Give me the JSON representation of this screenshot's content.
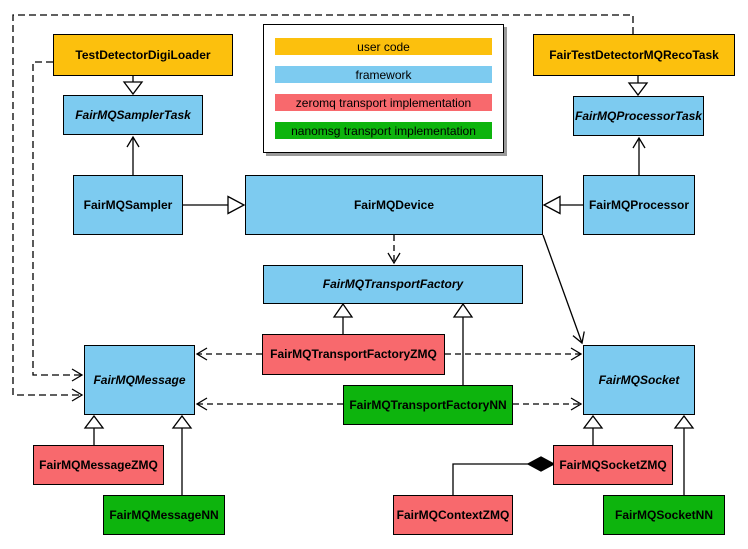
{
  "diagram": {
    "kind": "UML class diagram",
    "subject": "FairMQ framework classes and transport implementations"
  },
  "colors": {
    "user_code": "#FCC00D",
    "framework": "#7DCBF0",
    "zeromq": "#F8696D",
    "nanomsg": "#0DB40D"
  },
  "legend": {
    "items": [
      {
        "label": "user code",
        "color_key": "user_code"
      },
      {
        "label": "framework",
        "color_key": "framework"
      },
      {
        "label": "zeromq transport implementation",
        "color_key": "zeromq"
      },
      {
        "label": "nanomsg transport implementation",
        "color_key": "nanomsg"
      }
    ]
  },
  "nodes": {
    "test_detector_digi_loader": {
      "label": "TestDetectorDigiLoader",
      "category": "user_code",
      "abstract": false
    },
    "fair_test_detector_mq_reco_task": {
      "label": "FairTestDetectorMQRecoTask",
      "category": "user_code",
      "abstract": false
    },
    "sampler_task": {
      "label": "FairMQSamplerTask",
      "category": "framework",
      "abstract": true
    },
    "processor_task": {
      "label": "FairMQProcessorTask",
      "category": "framework",
      "abstract": true
    },
    "sampler": {
      "label": "FairMQSampler",
      "category": "framework",
      "abstract": false
    },
    "device": {
      "label": "FairMQDevice",
      "category": "framework",
      "abstract": false
    },
    "processor": {
      "label": "FairMQProcessor",
      "category": "framework",
      "abstract": false
    },
    "transport_factory": {
      "label": "FairMQTransportFactory",
      "category": "framework",
      "abstract": true
    },
    "transport_factory_zmq": {
      "label": "FairMQTransportFactoryZMQ",
      "category": "zeromq",
      "abstract": false
    },
    "transport_factory_nn": {
      "label": "FairMQTransportFactoryNN",
      "category": "nanomsg",
      "abstract": false
    },
    "message": {
      "label": "FairMQMessage",
      "category": "framework",
      "abstract": true
    },
    "socket": {
      "label": "FairMQSocket",
      "category": "framework",
      "abstract": true
    },
    "message_zmq": {
      "label": "FairMQMessageZMQ",
      "category": "zeromq",
      "abstract": false
    },
    "message_nn": {
      "label": "FairMQMessageNN",
      "category": "nanomsg",
      "abstract": false
    },
    "context_zmq": {
      "label": "FairMQContextZMQ",
      "category": "zeromq",
      "abstract": false
    },
    "socket_zmq": {
      "label": "FairMQSocketZMQ",
      "category": "zeromq",
      "abstract": false
    },
    "socket_nn": {
      "label": "FairMQSocketNN",
      "category": "nanomsg",
      "abstract": false
    }
  },
  "relationships": [
    {
      "from": "test_detector_digi_loader",
      "to": "sampler_task",
      "type": "inheritance"
    },
    {
      "from": "fair_test_detector_mq_reco_task",
      "to": "processor_task",
      "type": "inheritance"
    },
    {
      "from": "sampler",
      "to": "sampler_task",
      "type": "association-arrow"
    },
    {
      "from": "processor",
      "to": "processor_task",
      "type": "association-arrow"
    },
    {
      "from": "sampler",
      "to": "device",
      "type": "inheritance"
    },
    {
      "from": "processor",
      "to": "device",
      "type": "inheritance"
    },
    {
      "from": "device",
      "to": "transport_factory",
      "type": "dependency-dashed"
    },
    {
      "from": "device",
      "to": "socket",
      "type": "association-arrow"
    },
    {
      "from": "transport_factory_zmq",
      "to": "transport_factory",
      "type": "inheritance"
    },
    {
      "from": "transport_factory_nn",
      "to": "transport_factory",
      "type": "inheritance"
    },
    {
      "from": "transport_factory_zmq",
      "to": "message",
      "type": "dependency-dashed"
    },
    {
      "from": "transport_factory_zmq",
      "to": "socket",
      "type": "dependency-dashed"
    },
    {
      "from": "transport_factory_nn",
      "to": "message",
      "type": "dependency-dashed"
    },
    {
      "from": "transport_factory_nn",
      "to": "socket",
      "type": "dependency-dashed"
    },
    {
      "from": "test_detector_digi_loader",
      "to": "message",
      "type": "dependency-dashed"
    },
    {
      "from": "fair_test_detector_mq_reco_task",
      "to": "message",
      "type": "dependency-dashed"
    },
    {
      "from": "message_zmq",
      "to": "message",
      "type": "inheritance"
    },
    {
      "from": "message_nn",
      "to": "message",
      "type": "inheritance"
    },
    {
      "from": "socket_zmq",
      "to": "socket",
      "type": "inheritance"
    },
    {
      "from": "socket_nn",
      "to": "socket",
      "type": "inheritance"
    },
    {
      "from": "context_zmq",
      "to": "socket_zmq",
      "type": "composition"
    }
  ]
}
